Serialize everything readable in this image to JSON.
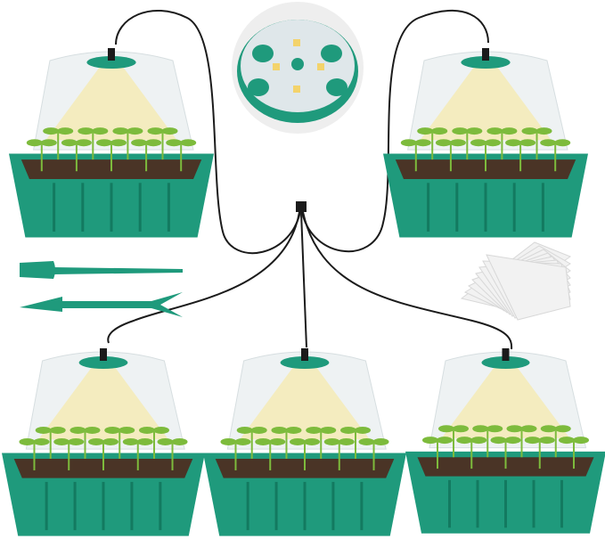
{
  "product": {
    "tray_count": 5,
    "cells_per_tray": 12,
    "colors": {
      "tray": "#1f9a7c",
      "tray_dark": "#137a60",
      "soil": "#4a3426",
      "dome": "#e9eef0",
      "light": "#f7e9a8",
      "cable": "#1b1b1b",
      "led_board": "#dfe7ea",
      "label": "#f2f2f2",
      "seedling": "#7dbb3c"
    },
    "icons": [
      "led-light-disc",
      "seed-tray",
      "usb-hub",
      "garden-shovel",
      "dibber-fork",
      "plant-labels"
    ]
  }
}
